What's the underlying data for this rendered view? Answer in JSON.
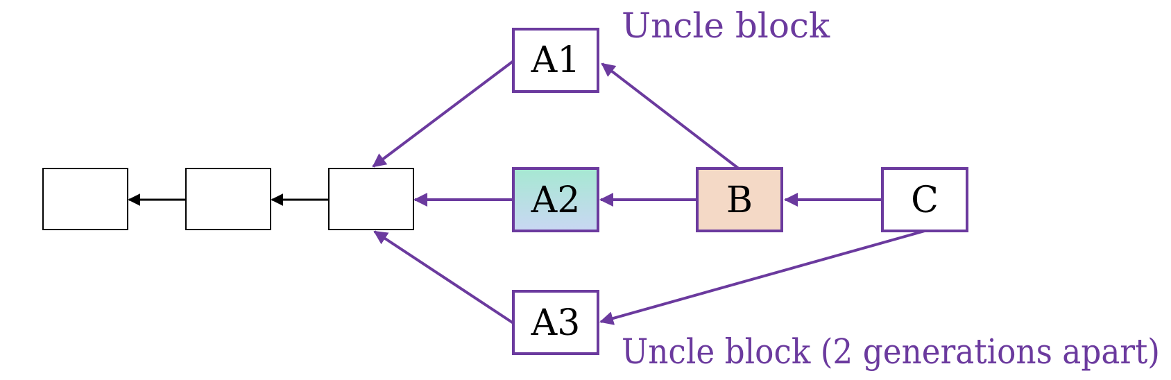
{
  "blocks": {
    "chain_1": {
      "label": ""
    },
    "chain_2": {
      "label": ""
    },
    "chain_3": {
      "label": ""
    },
    "a1": {
      "label": "A1"
    },
    "a2": {
      "label": "A2"
    },
    "a3": {
      "label": "A3"
    },
    "b": {
      "label": "B"
    },
    "c": {
      "label": "C"
    }
  },
  "annotations": {
    "uncle_top": "Uncle block",
    "uncle_bottom": "Uncle block (2 generations apart)"
  },
  "colors": {
    "purple": "#6b3a9e",
    "black": "#000000",
    "b_fill": "#f4d9c6",
    "a2_gradient_top": "#a6e8d2",
    "a2_gradient_bottom": "#c9d7f3"
  }
}
